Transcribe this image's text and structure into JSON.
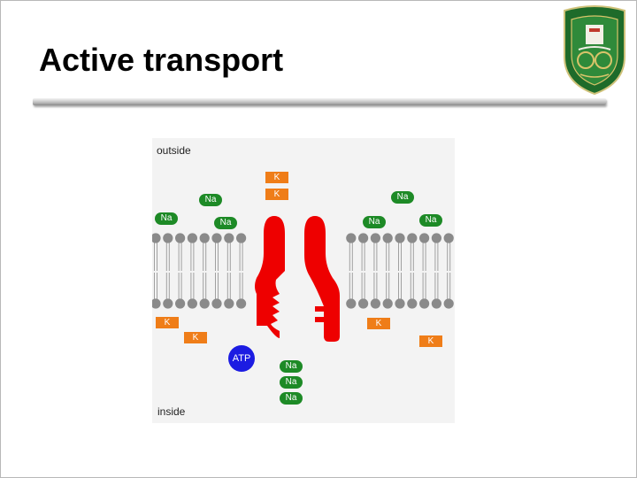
{
  "slide": {
    "title": "Active transport"
  },
  "logo": {
    "icon": "university-crest-icon",
    "colors": {
      "outer": "#1e6b2a",
      "inner": "#2f8a3a",
      "accent": "#d9c46a"
    }
  },
  "diagram": {
    "label_outside": "outside",
    "label_inside": "inside",
    "na_label": "Na",
    "k_label": "K",
    "atp_label": "ATP",
    "colors": {
      "background": "#f3f3f3",
      "na_ion": "#1d8a26",
      "k_ion": "#ef7d18",
      "atp": "#1c1ce2",
      "pump_protein": "#ee0000",
      "lipid_head": "#8a8a8a",
      "lipid_tail": "#a0a0a0"
    },
    "na_outside_count": 6,
    "k_outside_count": 2,
    "k_inside_count": 4,
    "na_inside_count": 3
  }
}
